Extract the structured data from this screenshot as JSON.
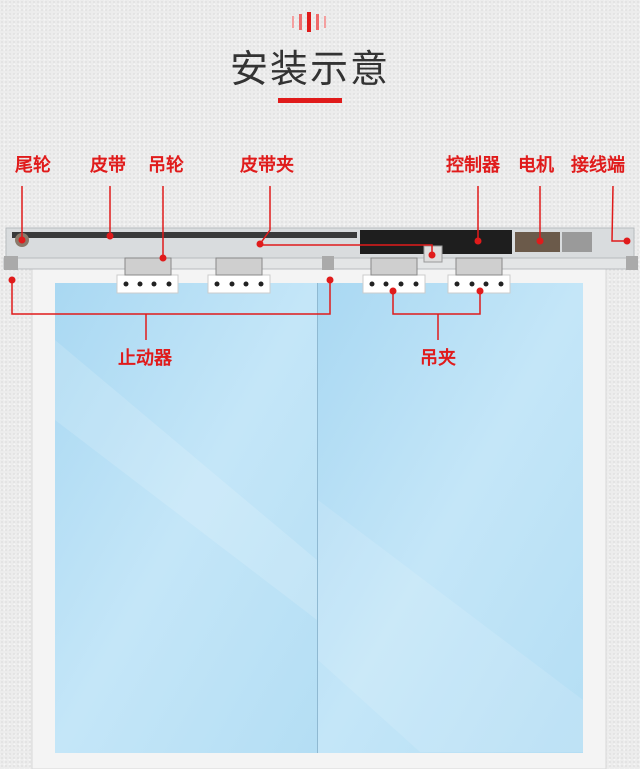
{
  "title": "安装示意",
  "accent_color": "#e01b1b",
  "labels": {
    "tail_wheel": "尾轮",
    "belt": "皮带",
    "hanging_wheel": "吊轮",
    "belt_clamp": "皮带夹",
    "controller": "控制器",
    "motor": "电机",
    "terminal": "接线端",
    "stopper": "止动器",
    "hanging_clamp": "吊夹"
  }
}
